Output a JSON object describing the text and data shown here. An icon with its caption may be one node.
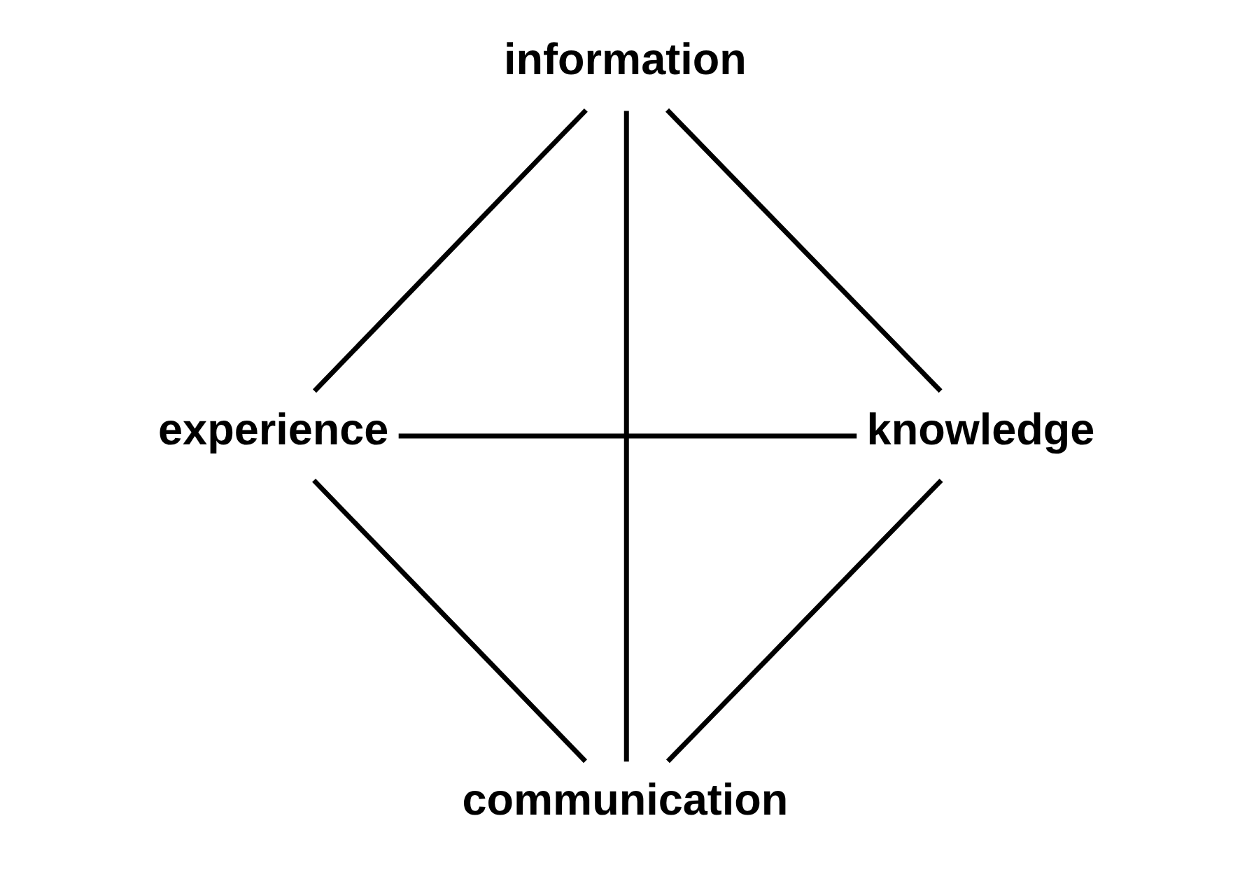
{
  "diagram": {
    "nodes": [
      {
        "text": [
          "information"
        ]
      },
      {
        "text": [
          "experience"
        ]
      },
      {
        "text": [
          "knowledge"
        ]
      },
      {
        "text": [
          "communication"
        ]
      }
    ],
    "edges": [
      {
        "from": 0,
        "to": 2,
        "arrow": "none"
      },
      {
        "from": 0,
        "to": 3,
        "arrow": "none"
      },
      {
        "from": 0,
        "to": 1,
        "arrow": "none"
      },
      {
        "from": 1,
        "to": 2,
        "arrow": "none"
      },
      {
        "from": 1,
        "to": 3,
        "arrow": "none"
      },
      {
        "from": 2,
        "to": 3,
        "arrow": "none"
      }
    ]
  }
}
